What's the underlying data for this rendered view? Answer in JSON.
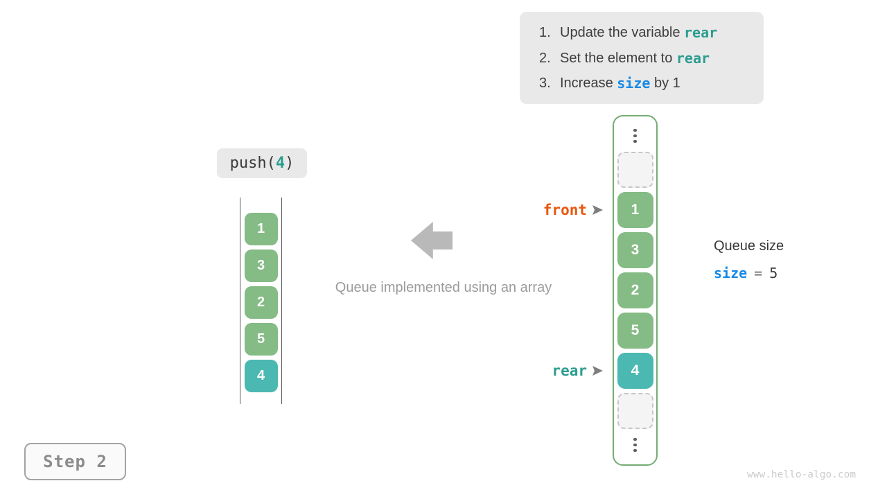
{
  "instructions": {
    "items": [
      {
        "num": "1.",
        "pre": "Update the variable ",
        "code": "rear",
        "post": ""
      },
      {
        "num": "2.",
        "pre": "Set the element to ",
        "code": "rear",
        "post": ""
      },
      {
        "num": "3.",
        "pre": "Increase ",
        "code": "size",
        "post": " by 1"
      }
    ]
  },
  "push_label": {
    "fn": "push(",
    "arg": "4",
    "close": ")"
  },
  "left_array": {
    "values": [
      "1",
      "3",
      "2",
      "5",
      "4"
    ]
  },
  "queue_array": {
    "values": [
      "1",
      "3",
      "2",
      "5",
      "4"
    ]
  },
  "pointers": {
    "front": "front",
    "rear": "rear"
  },
  "queue_size": {
    "title": "Queue size",
    "variable": "size",
    "equals": "=",
    "value": "5"
  },
  "caption": "Queue implemented using an array",
  "step": {
    "label": "Step 2"
  },
  "watermark": "www.hello-algo.com",
  "icons": {
    "ellipsis": "vertical-dots",
    "pointer_arrow": "right-triangle",
    "transform_arrow": "left-block-arrow"
  },
  "colors": {
    "cell_green": "#85bb85",
    "cell_teal": "#4cb8b2",
    "code_teal": "#2a9d8f",
    "code_blue": "#1789e6",
    "front_orange": "#e8570e",
    "panel_gray": "#e9e9e9",
    "container_border_green": "#74ac74"
  }
}
